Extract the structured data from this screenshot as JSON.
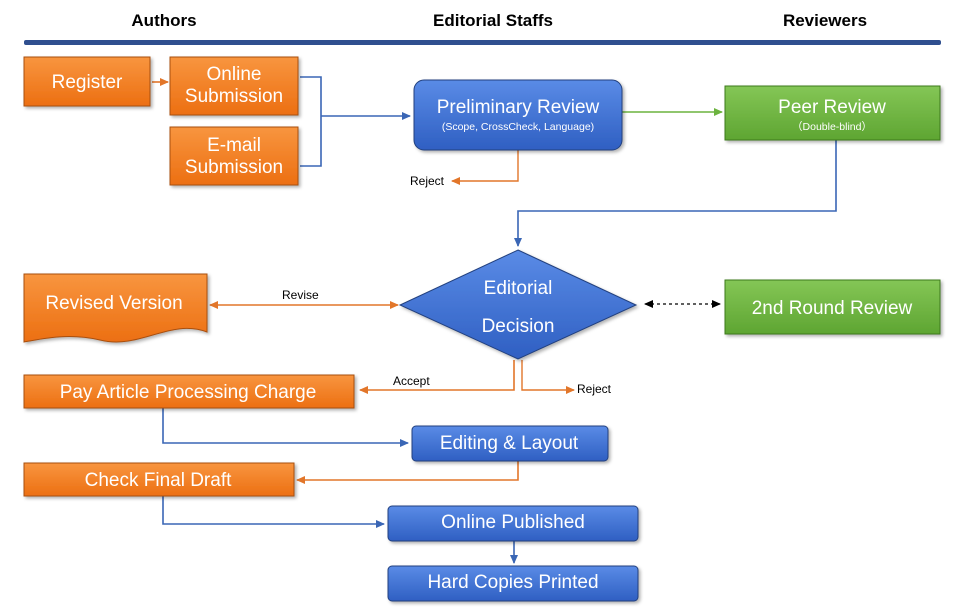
{
  "headers": {
    "authors": "Authors",
    "editorial": "Editorial Staffs",
    "reviewers": "Reviewers"
  },
  "colors": {
    "orange": "#f47b20",
    "orange_border": "#a94f10",
    "blue": "#3d6fd1",
    "blue_border": "#22407e",
    "green": "#6cb33f",
    "green_border": "#3c7a1e",
    "line_blue": "#3a66b5",
    "line_orange": "#e2762a",
    "line_green": "#6cb33f",
    "header_rule": "#2f4f8f"
  },
  "nodes": {
    "register": "Register",
    "online_submission": [
      "Online",
      "Submission"
    ],
    "email_submission": [
      "E-mail",
      "Submission"
    ],
    "preliminary_review": {
      "title": "Preliminary Review",
      "subtitle": "(Scope, CrossCheck, Language)"
    },
    "peer_review": {
      "title": "Peer Review",
      "subtitle": "（Double-blind）"
    },
    "editorial_decision": [
      "Editorial",
      "Decision"
    ],
    "revised_version": "Revised Version",
    "second_round_review": "2nd Round Review",
    "pay_apc": "Pay Article Processing Charge",
    "editing_layout": "Editing & Layout",
    "check_final_draft": "Check Final Draft",
    "online_published": "Online Published",
    "hard_copies": "Hard Copies Printed"
  },
  "edge_labels": {
    "reject_1": "Reject",
    "revise": "Revise",
    "accept": "Accept",
    "reject_2": "Reject"
  }
}
